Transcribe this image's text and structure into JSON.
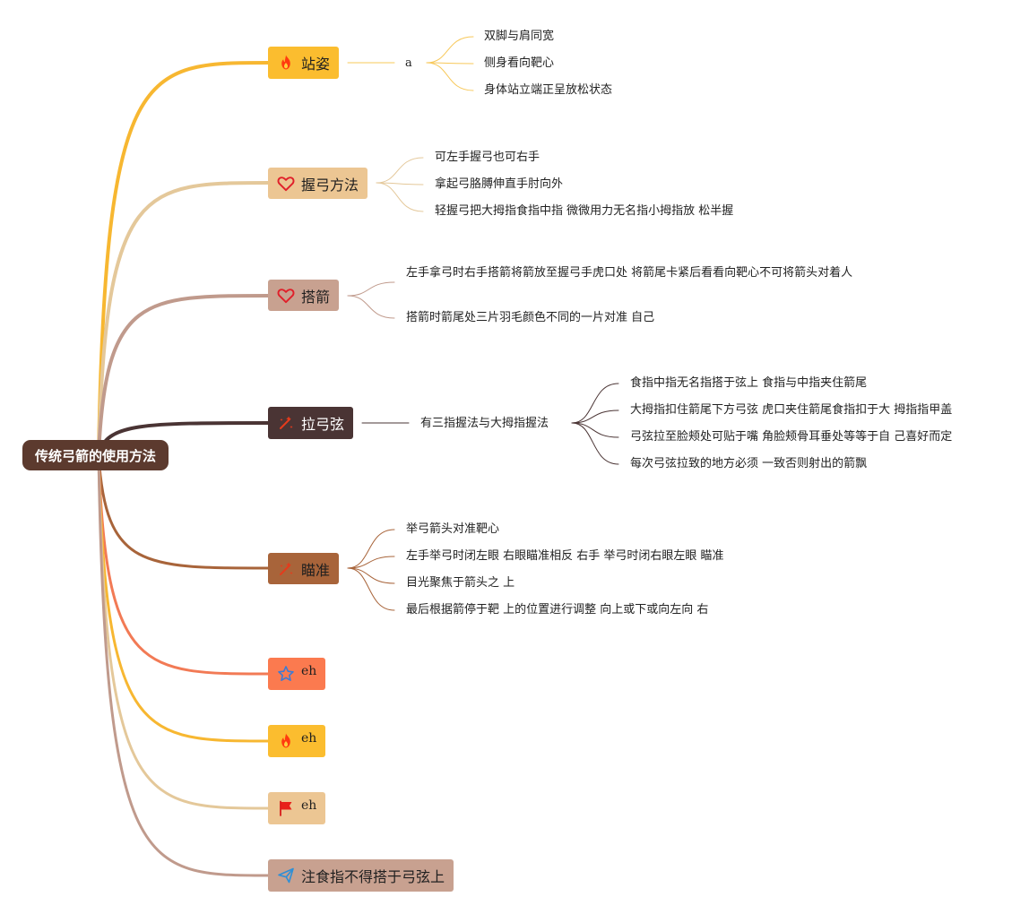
{
  "root": {
    "label": "传统弓箭的使用方法",
    "color": "#5c3a2e"
  },
  "branches": [
    {
      "label": "站姿",
      "icon": "fire-icon",
      "color": "#fbbd2f",
      "line": "#f7b731",
      "text_color": "#1f1f1f",
      "mid": "a",
      "children": [
        "双脚与肩同宽",
        "侧身看向靶心",
        "身体站立端正呈放松状态"
      ]
    },
    {
      "label": "握弓方法",
      "icon": "heart-icon",
      "color": "#ecc693",
      "line": "#e4c89a",
      "text_color": "#1f1f1f",
      "children": [
        "可左手握弓也可右手",
        "拿起弓胳膊伸直手肘向外",
        "轻握弓把大拇指食指中指 微微用力无名指小拇指放 松半握"
      ]
    },
    {
      "label": "搭箭",
      "icon": "heart-icon",
      "color": "#c8a190",
      "line": "#c09a8c",
      "text_color": "#1f1f1f",
      "children": [
        "左手拿弓时右手搭箭将箭放至握弓手虎口处 将箭尾卡紧后看看向靶心不可将箭头对着人",
        "搭箭时箭尾处三片羽毛颜色不同的一片对准 自己"
      ]
    },
    {
      "label": "拉弓弦",
      "icon": "sparkle-icon",
      "color": "#4a3434",
      "line": "#4a3434",
      "text_color": "#ffffff",
      "mid": "有三指握法与大拇指握法",
      "children": [
        "食指中指无名指搭于弦上 食指与中指夹住箭尾",
        "大拇指扣住箭尾下方弓弦 虎口夹住箭尾食指扣于大 拇指指甲盖",
        "弓弦拉至脸颊处可贴于嘴 角脸颊骨耳垂处等等于自 己喜好而定",
        "每次弓弦拉致的地方必须 一致否则射出的箭飘"
      ]
    },
    {
      "label": "瞄准",
      "icon": "sparkle-icon",
      "color": "#a8643a",
      "line": "#a8643a",
      "text_color": "#1f1f1f",
      "children": [
        "举弓箭头对准靶心",
        "左手举弓时闭左眼 右眼瞄准相反 右手 举弓时闭右眼左眼 瞄准",
        "目光聚焦于箭头之 上",
        "最后根据箭停于靶 上的位置进行调整 向上或下或向左向 右"
      ]
    },
    {
      "label": "eh",
      "icon": "star-icon",
      "color": "#fb7a4f",
      "line": "#f27a55",
      "text_color": "#1f1f1f",
      "children": []
    },
    {
      "label": "eh",
      "icon": "fire-icon",
      "color": "#fbbd2f",
      "line": "#f7b731",
      "text_color": "#1f1f1f",
      "children": []
    },
    {
      "label": "eh",
      "icon": "flag-icon",
      "color": "#ecc693",
      "line": "#e4c89a",
      "text_color": "#1f1f1f",
      "children": []
    },
    {
      "label": "注食指不得搭于弓弦上",
      "icon": "send-icon",
      "color": "#c8a190",
      "line": "#c09a8c",
      "text_color": "#1f1f1f",
      "children": []
    }
  ]
}
